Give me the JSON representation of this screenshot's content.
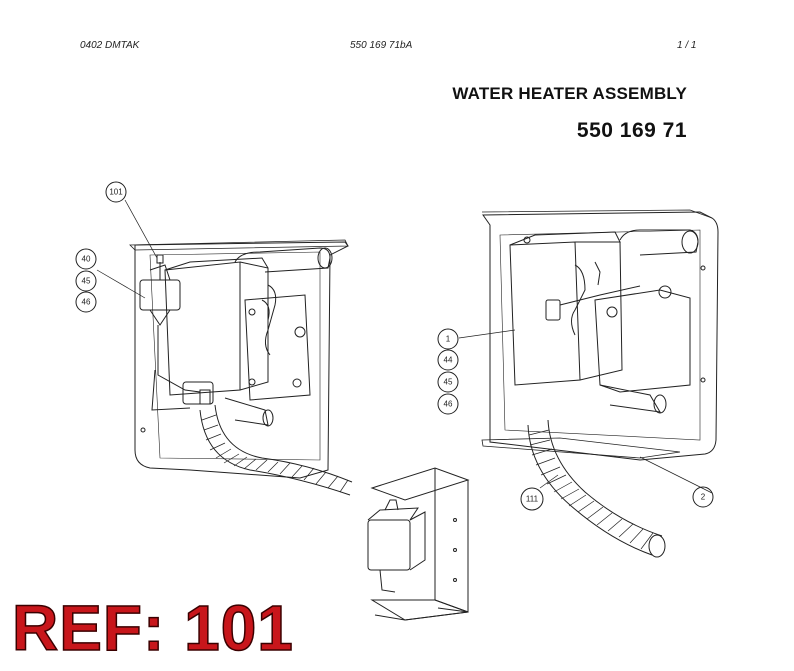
{
  "header": {
    "left_code": "0402 DMTAK",
    "doc_number": "550 169 71bA",
    "page": "1 /   1"
  },
  "title": "WATER HEATER ASSEMBLY",
  "part_number": "550 169 71",
  "callouts": {
    "c101": "101",
    "c40": "40",
    "c45a": "45",
    "c46a": "46",
    "c1": "1",
    "c44": "44",
    "c45b": "45",
    "c46b": "46",
    "c111": "111",
    "c2": "2"
  },
  "ref_label": "REF: 101",
  "colors": {
    "ref_text": "#c8161b",
    "line": "#222222"
  }
}
